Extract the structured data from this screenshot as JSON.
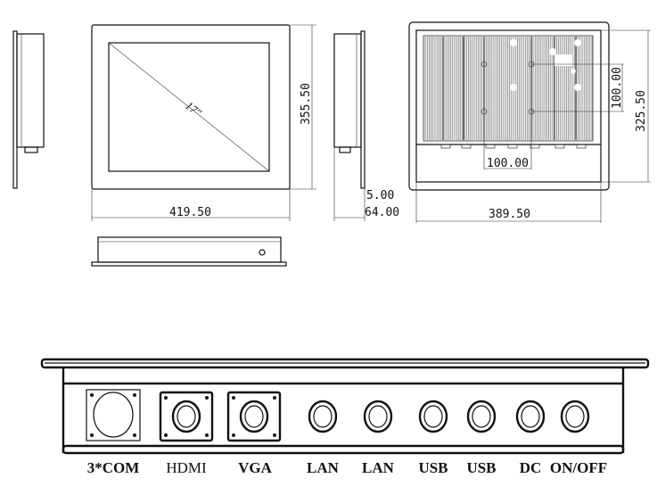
{
  "drawing": {
    "screen_size_label": "17\"",
    "dimensions": {
      "front_height": "355.50",
      "front_width": "419.50",
      "bezel_depth": "5.00",
      "total_depth": "64.00",
      "vesa_vertical": "100.00",
      "vesa_horizontal": "100.00",
      "back_height": "325.50",
      "back_width": "389.50"
    },
    "ports": [
      {
        "label": "3*COM"
      },
      {
        "label": "HDMI"
      },
      {
        "label": "VGA"
      },
      {
        "label": "LAN"
      },
      {
        "label": "LAN"
      },
      {
        "label": "USB"
      },
      {
        "label": "USB"
      },
      {
        "label": "DC"
      },
      {
        "label": "ON/OFF"
      }
    ]
  }
}
